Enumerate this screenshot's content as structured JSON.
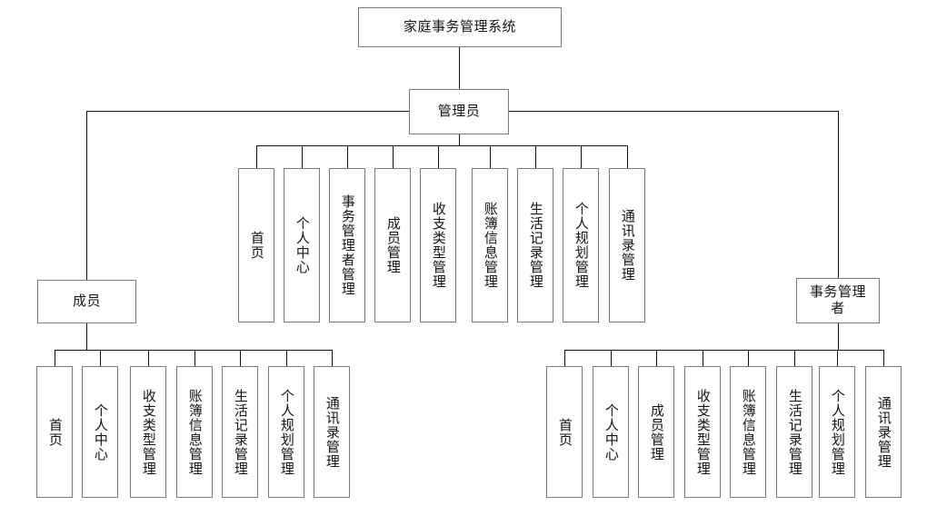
{
  "diagram": {
    "title": "家庭事务管理系统",
    "type": "system-structure-tree",
    "root": {
      "label": "家庭事务管理系统"
    },
    "admin": {
      "label": "管理员"
    },
    "admin_children": [
      {
        "label": "首页"
      },
      {
        "label": "个人中心"
      },
      {
        "label": "事务管理者管理"
      },
      {
        "label": "成员管理"
      },
      {
        "label": "收支类型管理"
      },
      {
        "label": "账簿信息管理"
      },
      {
        "label": "生活记录管理"
      },
      {
        "label": "个人规划管理"
      },
      {
        "label": "通讯录管理"
      }
    ],
    "member": {
      "label": "成员"
    },
    "member_children": [
      {
        "label": "首页"
      },
      {
        "label": "个人中心"
      },
      {
        "label": "收支类型管理"
      },
      {
        "label": "账簿信息管理"
      },
      {
        "label": "生活记录管理"
      },
      {
        "label": "个人规划管理"
      },
      {
        "label": "通讯录管理"
      }
    ],
    "manager": {
      "label": "事务管理者"
    },
    "manager_children": [
      {
        "label": "首页"
      },
      {
        "label": "个人中心"
      },
      {
        "label": "成员管理"
      },
      {
        "label": "收支类型管理"
      },
      {
        "label": "账簿信息管理"
      },
      {
        "label": "生活记录管理"
      },
      {
        "label": "个人规划管理"
      },
      {
        "label": "通讯录管理"
      }
    ],
    "colors": {
      "box_border": "#7b7b7b",
      "line": "#111111",
      "background": "#ffffff",
      "text": "#141414"
    }
  }
}
